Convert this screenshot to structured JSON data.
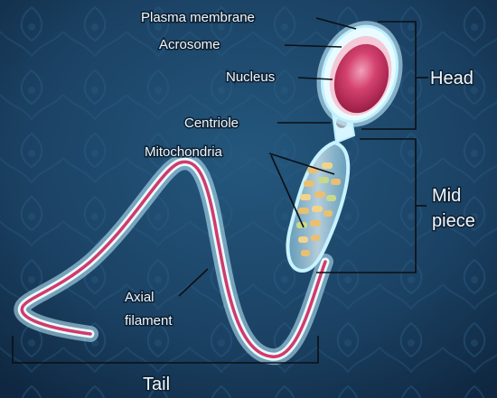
{
  "diagram": {
    "parts": {
      "plasma_membrane": "Plasma membrane",
      "acrosome": "Acrosome",
      "nucleus": "Nucleus",
      "centriole": "Centriole",
      "mitochondria": "Mitochondria",
      "axial_filament": [
        "Axial",
        "filament"
      ]
    },
    "regions": {
      "head": "Head",
      "mid_piece": [
        "Mid",
        "piece"
      ],
      "tail": "Tail"
    }
  },
  "colors": {
    "background": "#17354f",
    "membrane": "#bfefff",
    "nucleus": "#c8305e",
    "tail_core": "#d23a6b",
    "mitochondria": "#e9c070",
    "label_text": "#f2f6fa",
    "leader_line": "#0b0f14"
  }
}
